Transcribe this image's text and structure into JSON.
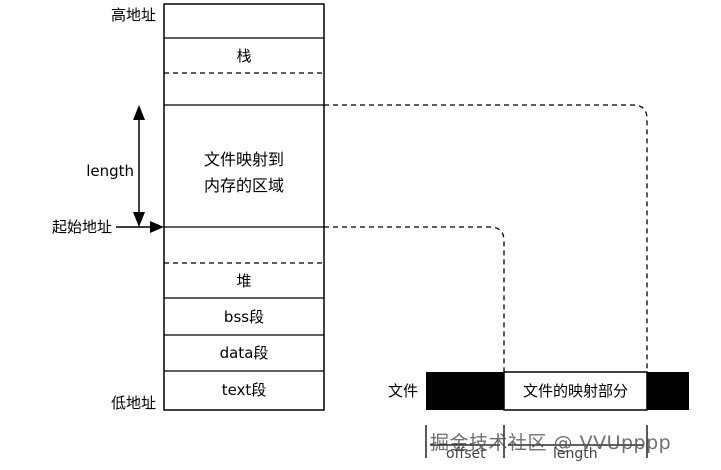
{
  "memory": {
    "high_address": "高地址",
    "low_address": "低地址",
    "start_address": "起始地址",
    "length_label": "length",
    "segments": {
      "stack": "栈",
      "mmap_line1": "文件映射到",
      "mmap_line2": "内存的区域",
      "heap": "堆",
      "bss": "bss段",
      "data": "data段",
      "text": "text段"
    }
  },
  "file": {
    "label": "文件",
    "mapped_part": "文件的映射部分",
    "offset_label": "offset",
    "length_label": "length"
  },
  "watermark": "掘金技术社区 @ VVUpppp"
}
